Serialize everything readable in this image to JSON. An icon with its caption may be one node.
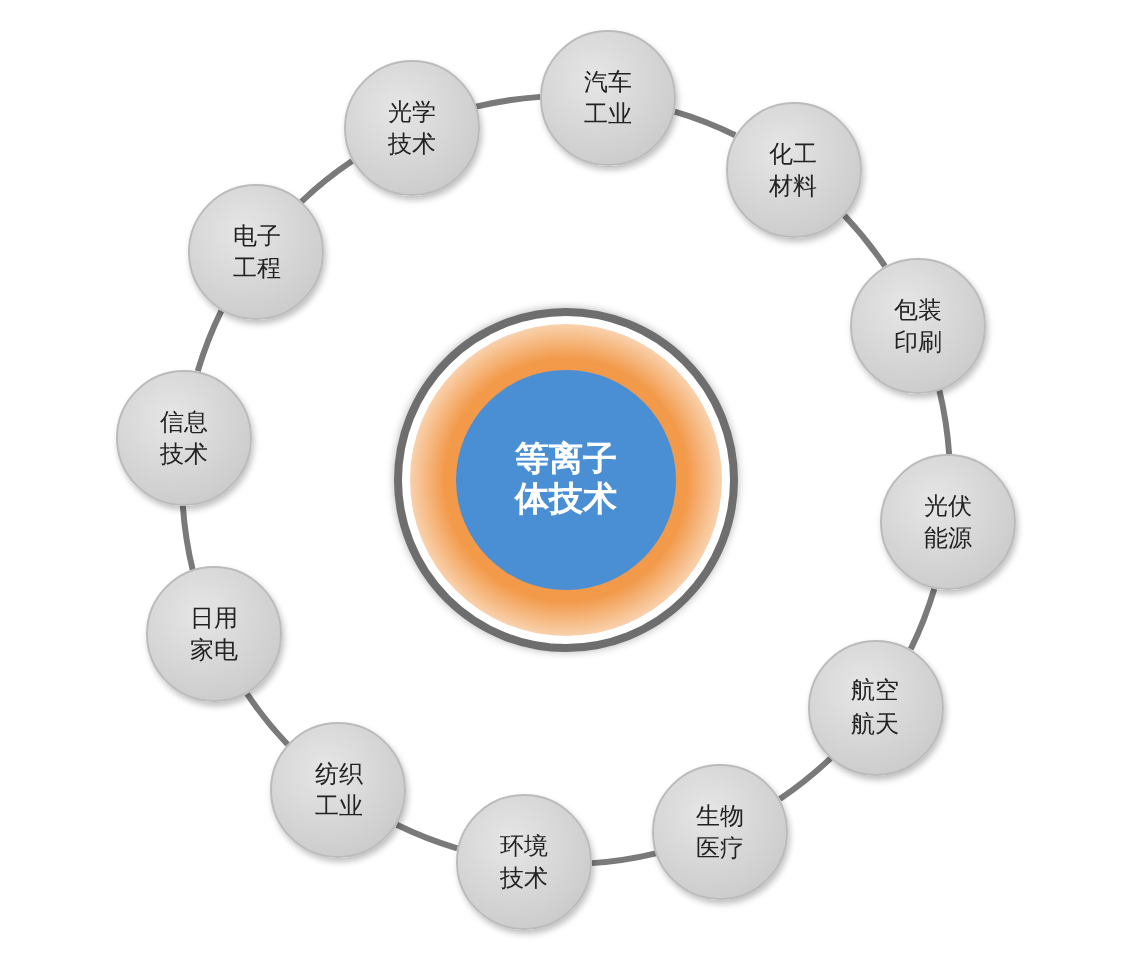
{
  "diagram": {
    "nodes": [
      {
        "text": [
          "等离子体技术"
        ]
      },
      {
        "text": [
          "汽车工业"
        ]
      },
      {
        "text": [
          "化工材料"
        ]
      },
      {
        "text": [
          "包装印刷"
        ]
      },
      {
        "text": [
          "光伏能源"
        ]
      },
      {
        "text": [
          "航空航天"
        ]
      },
      {
        "text": [
          "生物医疗"
        ]
      },
      {
        "text": [
          "环境技术"
        ]
      },
      {
        "text": [
          "纺织工业"
        ]
      },
      {
        "text": [
          "日用家电"
        ]
      },
      {
        "text": [
          "信息技术"
        ]
      },
      {
        "text": [
          "电子工程"
        ]
      },
      {
        "text": [
          "光学技术"
        ]
      }
    ],
    "edges": [
      {
        "from": 1,
        "to": 2,
        "arrow": "none"
      },
      {
        "from": 2,
        "to": 3,
        "arrow": "none"
      },
      {
        "from": 3,
        "to": 4,
        "arrow": "none"
      },
      {
        "from": 4,
        "to": 5,
        "arrow": "none"
      },
      {
        "from": 5,
        "to": 6,
        "arrow": "none"
      },
      {
        "from": 6,
        "to": 7,
        "arrow": "none"
      },
      {
        "from": 7,
        "to": 8,
        "arrow": "none"
      },
      {
        "from": 8,
        "to": 9,
        "arrow": "none"
      },
      {
        "from": 9,
        "to": 10,
        "arrow": "none"
      },
      {
        "from": 10,
        "to": 11,
        "arrow": "none"
      },
      {
        "from": 11,
        "to": 12,
        "arrow": "none"
      },
      {
        "from": 12,
        "to": 1,
        "arrow": "none"
      }
    ]
  }
}
